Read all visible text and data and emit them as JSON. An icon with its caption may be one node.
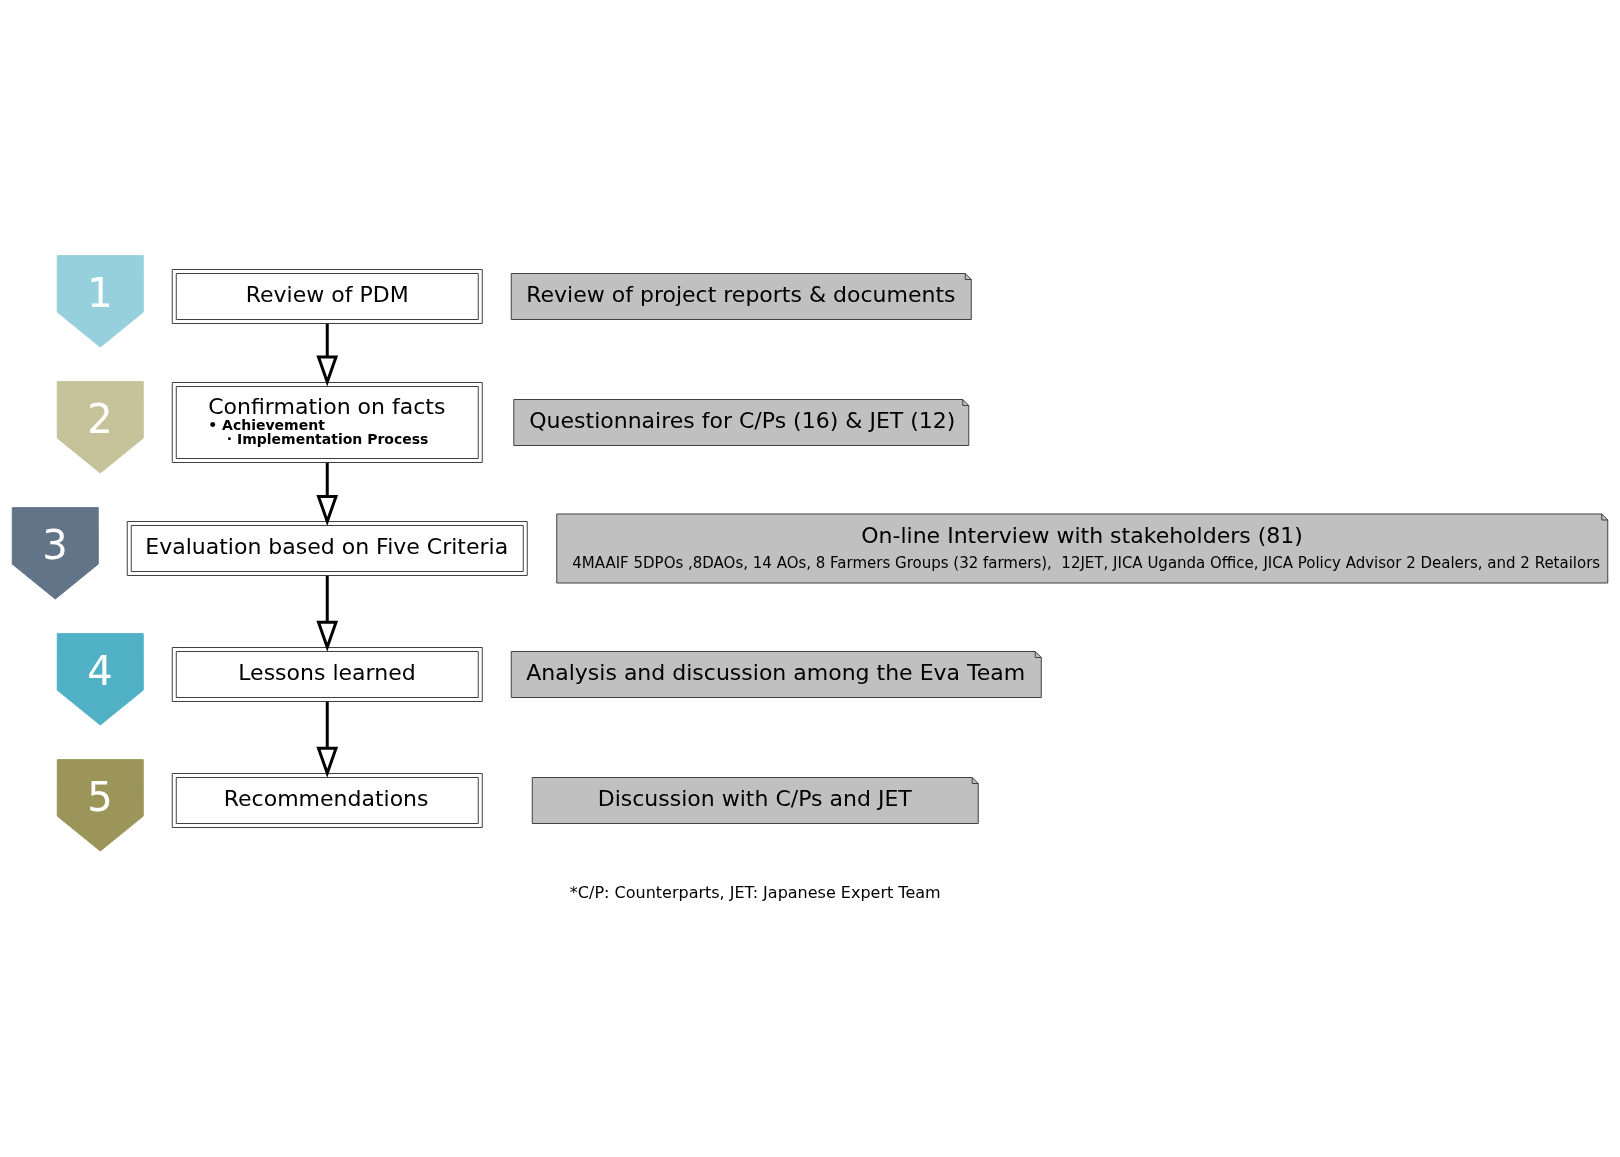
{
  "diagram": {
    "nodes": [
      {
        "text": [
          "1"
        ]
      },
      {
        "text": [
          "2"
        ]
      },
      {
        "text": [
          "3"
        ]
      },
      {
        "text": [
          "4"
        ]
      },
      {
        "text": [
          "5"
        ]
      },
      {
        "text": [
          "Review of PDM"
        ]
      },
      {
        "text": [
          "Confirmation on facts",
          "• Achievement",
          "· Implementation Process"
        ]
      },
      {
        "text": [
          "Evaluation based on Five Criteria"
        ]
      },
      {
        "text": [
          "Lessons learned"
        ]
      },
      {
        "text": [
          "Recommendations"
        ]
      },
      {
        "text": [
          "Review of project reports & documents"
        ]
      },
      {
        "text": [
          "Questionnaires for C/Ps (16) & JET (12)"
        ]
      },
      {
        "text": [
          "On-line Interview with stakeholders (81)",
          "4MAAIF 5DPOs ,8DAOs, 14 AOs, 8 Farmers Groups (32 farmers),  12JET, JICA Uganda Office, JICA Policy Advisor 2 Dealers, and 2 Retailors"
        ]
      },
      {
        "text": [
          "Analysis and discussion among the Eva Team"
        ]
      },
      {
        "text": [
          "Discussion with C/Ps and JET"
        ]
      }
    ],
    "edges": [
      {
        "from": 5,
        "to": 6,
        "arrow": "to"
      },
      {
        "from": 6,
        "to": 7,
        "arrow": "to"
      },
      {
        "from": 7,
        "to": 8,
        "arrow": "to"
      },
      {
        "from": 8,
        "to": 9,
        "arrow": "to"
      }
    ],
    "labels": [
      "*C/P: Counterparts, JET: Japanese Expert Team"
    ]
  }
}
